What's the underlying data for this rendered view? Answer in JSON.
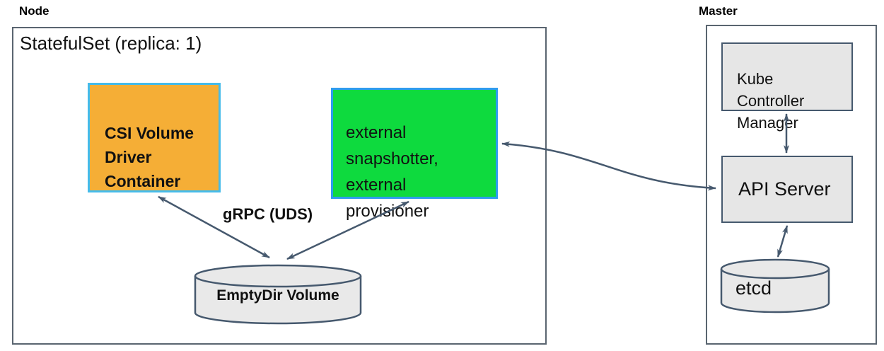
{
  "node": {
    "title": "Node",
    "statefulset": "StatefulSet (replica: 1)",
    "csi_label": "CSI Volume\nDriver\nContainer",
    "sidecar_label": "external\nsnapshotter,\nexternal\nprovisioner",
    "grpc_label": "gRPC (UDS)",
    "emptydir_label": "EmptyDir Volume"
  },
  "master": {
    "title": "Master",
    "kcm_label": "Kube\nController\nManager",
    "api_label": "API Server",
    "etcd_label": "etcd"
  },
  "colors": {
    "csi_fill": "#f5ae36",
    "csi_border": "#45bbea",
    "sidecar_fill": "#0eda3e",
    "sidecar_border": "#2f9cee",
    "gray_fill": "#e6e6e6",
    "box_border": "#5a6570",
    "stroke": "#46596e",
    "text": "#111111"
  }
}
